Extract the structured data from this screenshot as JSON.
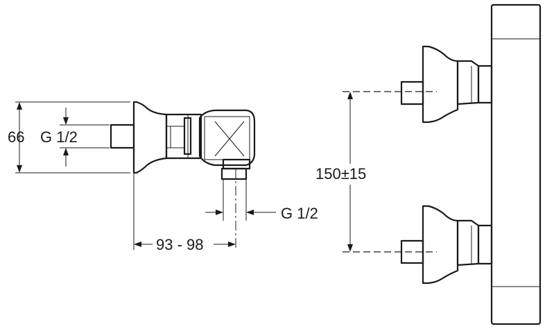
{
  "dimensions": {
    "height_66": "66",
    "thread_side": "G 1/2",
    "depth_range": "93 - 98",
    "thread_outlet": "G 1/2",
    "spacing": "150±15"
  }
}
